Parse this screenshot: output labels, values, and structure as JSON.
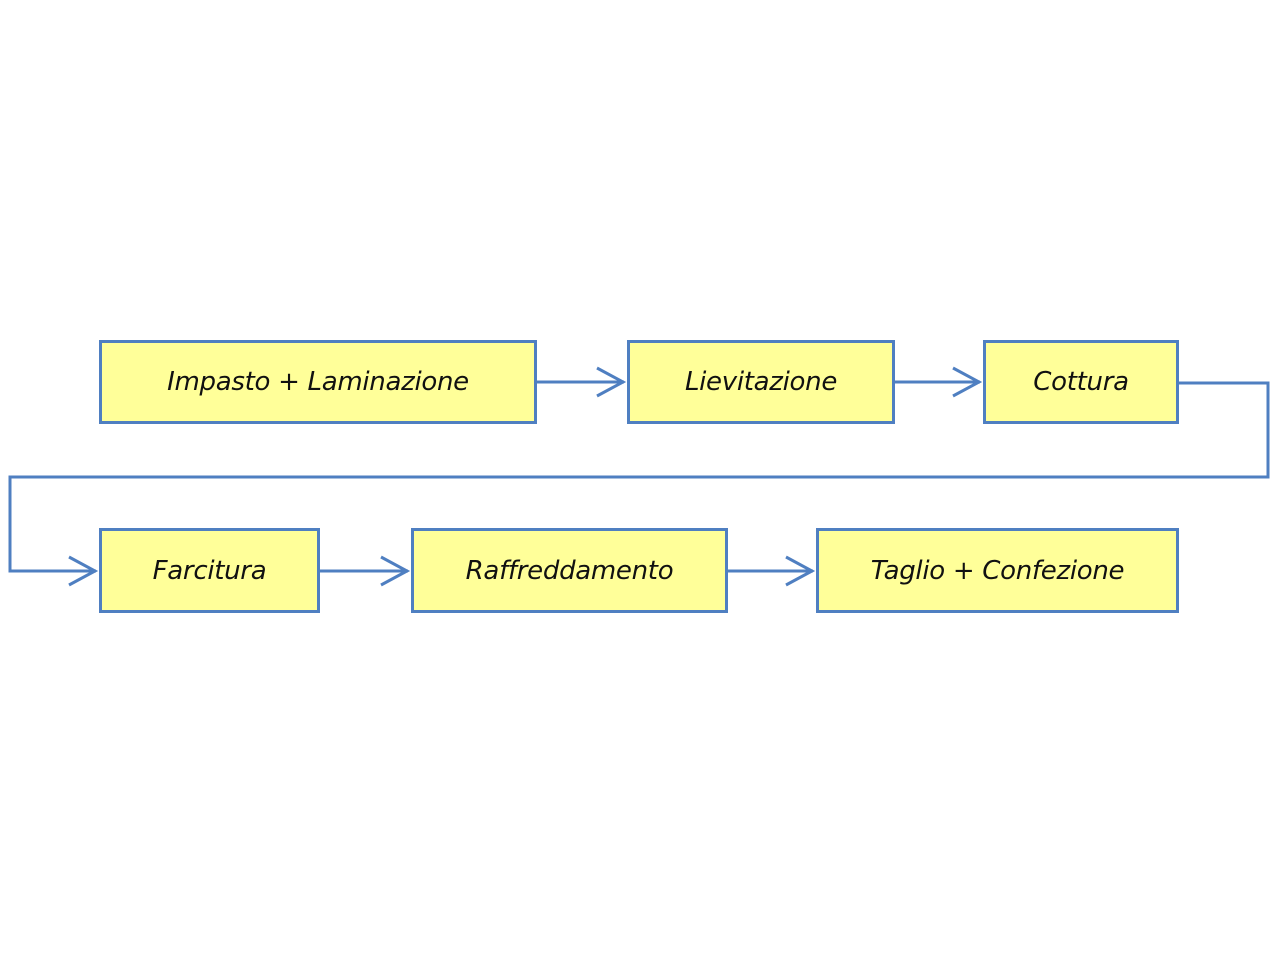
{
  "diagram": {
    "line_color": "#4f7fc1",
    "box_fill": "#ffff99",
    "steps": [
      {
        "label": "Impasto + Laminazione"
      },
      {
        "label": "Lievitazione"
      },
      {
        "label": "Cottura"
      },
      {
        "label": "Farcitura"
      },
      {
        "label": "Raffreddamento"
      },
      {
        "label": "Taglio + Confezione"
      }
    ]
  }
}
